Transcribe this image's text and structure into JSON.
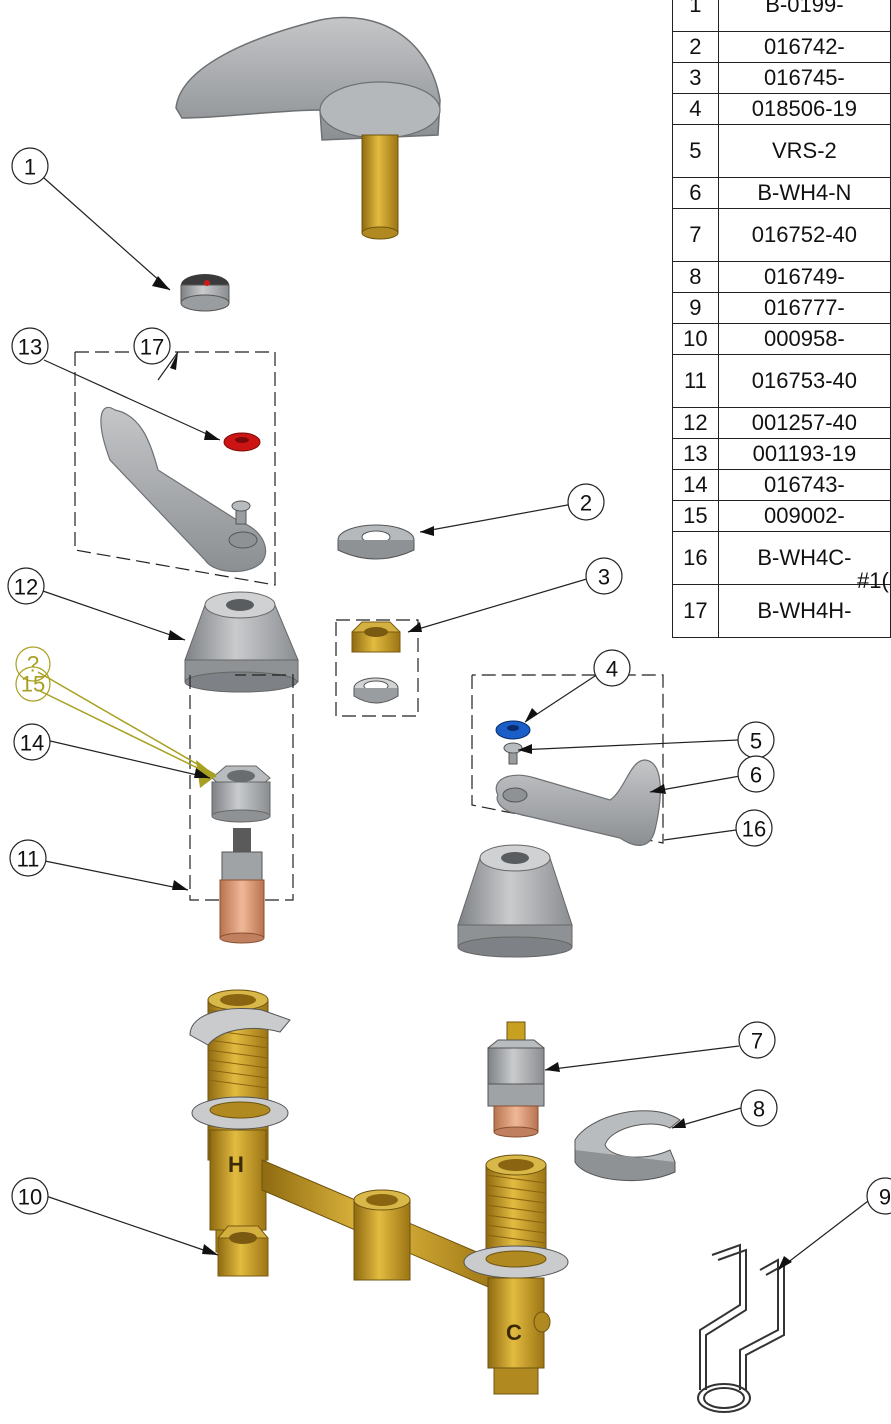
{
  "callouts": {
    "c1": "1",
    "c2": "2",
    "c3": "3",
    "c4": "4",
    "c5": "5",
    "c6": "6",
    "c7": "7",
    "c8": "8",
    "c9": "9",
    "c10": "10",
    "c11": "11",
    "c12": "12",
    "c13": "13",
    "c14": "14",
    "c15": "15",
    "c15q": "?",
    "c16": "16",
    "c17": "17"
  },
  "parts_table": [
    {
      "item": "1",
      "part": "B-0199-"
    },
    {
      "item": "2",
      "part": "016742-"
    },
    {
      "item": "3",
      "part": "016745-"
    },
    {
      "item": "4",
      "part": "018506-19"
    },
    {
      "item": "5",
      "part": "VRS-2"
    },
    {
      "item": "6",
      "part": "B-WH4-N"
    },
    {
      "item": "7",
      "part": "016752-40"
    },
    {
      "item": "8",
      "part": "016749-"
    },
    {
      "item": "9",
      "part": "016777-"
    },
    {
      "item": "10",
      "part": "000958-"
    },
    {
      "item": "11",
      "part": "016753-40"
    },
    {
      "item": "12",
      "part": "001257-40"
    },
    {
      "item": "13",
      "part": "001193-19"
    },
    {
      "item": "14",
      "part": "016743-"
    },
    {
      "item": "15",
      "part": "009002-"
    },
    {
      "item": "16",
      "part": "B-WH4C-"
    },
    {
      "item": "17",
      "part": "B-WH4H-"
    }
  ],
  "footnote": "#1(",
  "colors": {
    "brass": "#c8a020",
    "chrome": "#a9acaf",
    "hot_red": "#d01818",
    "cold_blue": "#1a5ec8",
    "copper": "#e0a080",
    "annotation_olive": "#a8a020"
  },
  "body_markings": {
    "hot": "H",
    "cold": "C"
  }
}
